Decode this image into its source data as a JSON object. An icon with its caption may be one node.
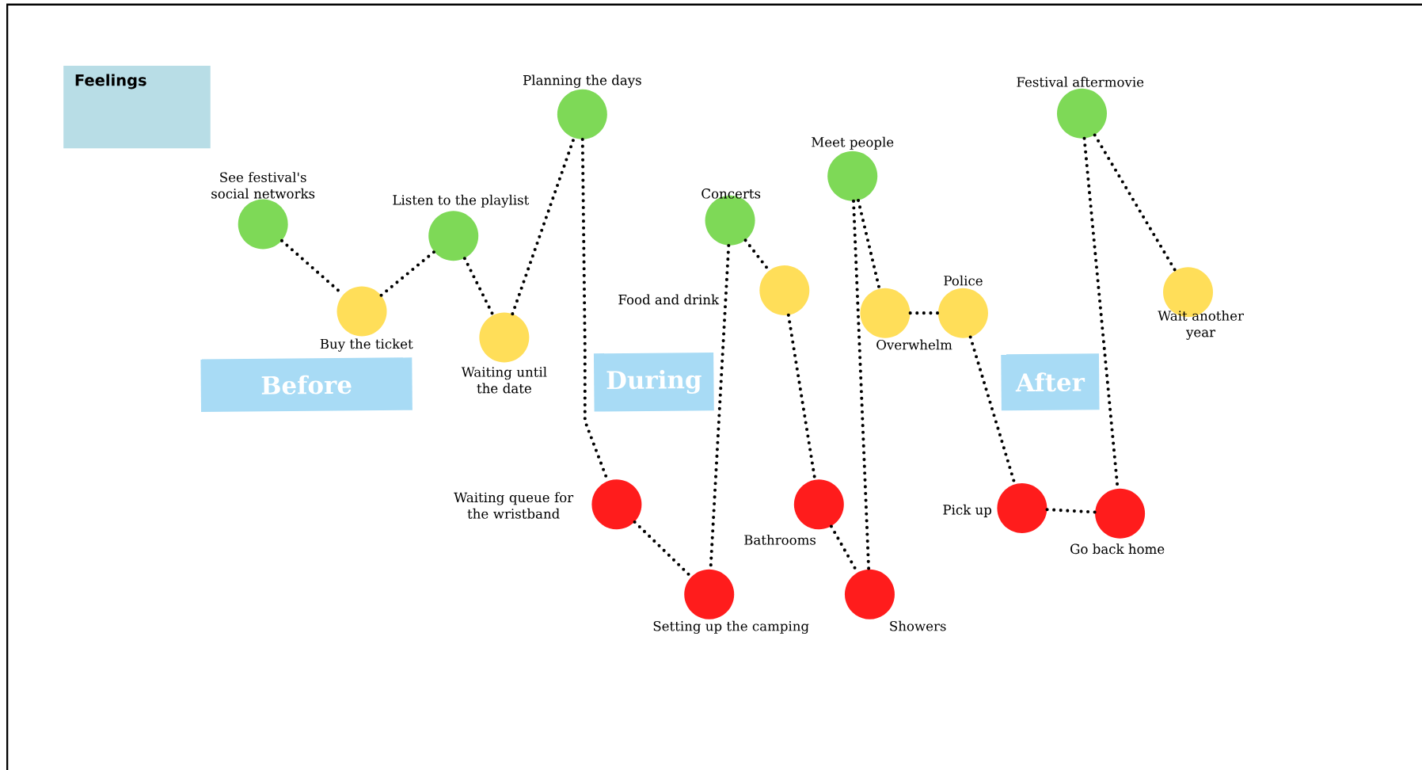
{
  "diagram": {
    "nodes": [
      {
        "text": [
          "Feelings"
        ]
      },
      {
        "text": [
          "Before"
        ]
      },
      {
        "text": [
          "During"
        ]
      },
      {
        "text": [
          "After"
        ]
      },
      {
        "text": [],
        "shape": "circle",
        "beside": [
          "See festival's social networks"
        ]
      },
      {
        "text": [],
        "shape": "circle",
        "beside": [
          "Buy the ticket"
        ]
      },
      {
        "text": [],
        "shape": "circle",
        "beside": [
          "Listen to the playlist"
        ]
      },
      {
        "text": [],
        "shape": "circle",
        "beside": [
          "Waiting until the date"
        ]
      },
      {
        "text": [],
        "shape": "circle",
        "beside": [
          "Planning the days"
        ]
      },
      {
        "text": [],
        "shape": "circle",
        "beside": [
          "Concerts"
        ]
      },
      {
        "text": [],
        "shape": "circle",
        "beside": [
          "Food and drink"
        ]
      },
      {
        "text": [],
        "shape": "circle",
        "beside": [
          "Meet people"
        ]
      },
      {
        "text": [],
        "shape": "circle",
        "beside": [
          "Overwhelm"
        ]
      },
      {
        "text": [],
        "shape": "circle",
        "beside": [
          "Police"
        ]
      },
      {
        "text": [],
        "shape": "circle",
        "beside": [
          "Festival aftermovie"
        ]
      },
      {
        "text": [],
        "shape": "circle",
        "beside": [
          "Wait another year"
        ]
      },
      {
        "text": [],
        "shape": "circle",
        "beside": [
          "Waiting queue for the wristband"
        ]
      },
      {
        "text": [],
        "shape": "circle",
        "beside": [
          "Setting up the camping"
        ]
      },
      {
        "text": [],
        "shape": "circle",
        "beside": [
          "Bathrooms"
        ]
      },
      {
        "text": [],
        "shape": "circle",
        "beside": [
          "Showers"
        ]
      },
      {
        "text": [],
        "shape": "circle",
        "beside": [
          "Pick up"
        ]
      },
      {
        "text": [],
        "shape": "circle",
        "beside": [
          "Go back home"
        ]
      }
    ],
    "edges": [
      {
        "from": 4,
        "to": 5,
        "arrow": "none"
      },
      {
        "from": 5,
        "to": 6,
        "arrow": "none"
      },
      {
        "from": 6,
        "to": 7,
        "arrow": "none"
      },
      {
        "from": 7,
        "to": 8,
        "arrow": "none"
      },
      {
        "from": 8,
        "to": 16,
        "arrow": "none"
      },
      {
        "from": 16,
        "to": 17,
        "arrow": "none"
      },
      {
        "from": 9,
        "to": 17,
        "arrow": "none"
      },
      {
        "from": 9,
        "to": 10,
        "arrow": "none"
      },
      {
        "from": 10,
        "to": 18,
        "arrow": "none"
      },
      {
        "from": 18,
        "to": 19,
        "arrow": "none"
      },
      {
        "from": 11,
        "to": 19,
        "arrow": "none"
      },
      {
        "from": 11,
        "to": 12,
        "arrow": "none"
      },
      {
        "from": 12,
        "to": 13,
        "arrow": "none"
      },
      {
        "from": 13,
        "to": 20,
        "arrow": "none"
      },
      {
        "from": 20,
        "to": 21,
        "arrow": "none"
      },
      {
        "from": 14,
        "to": 21,
        "arrow": "none"
      },
      {
        "from": 14,
        "to": 15,
        "arrow": "none"
      }
    ]
  }
}
